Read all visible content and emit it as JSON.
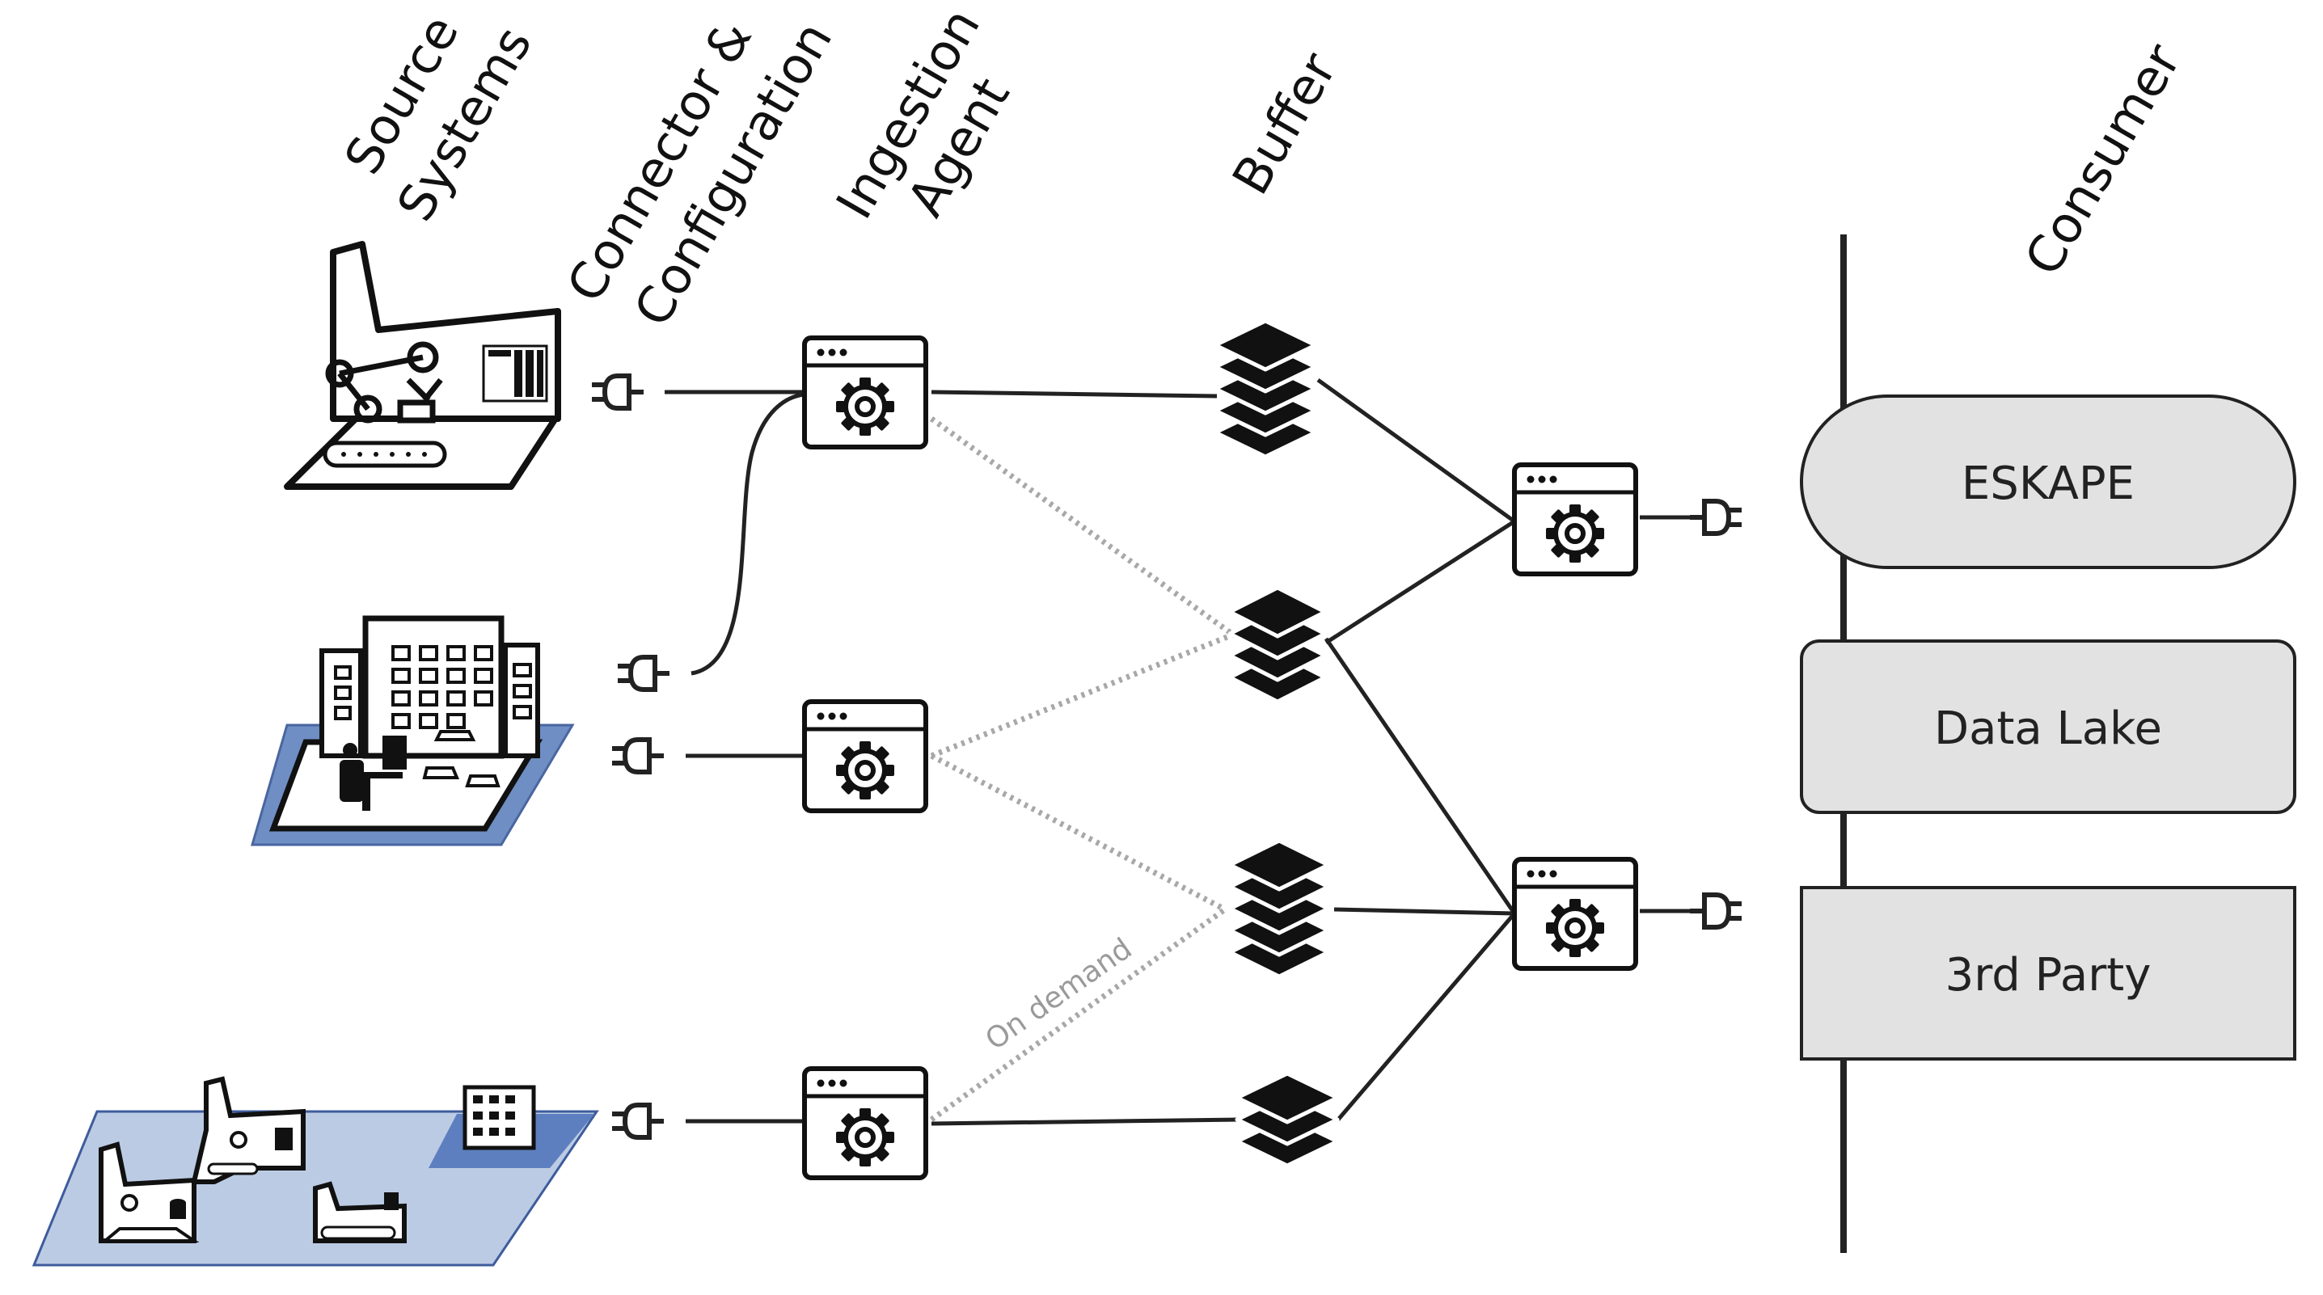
{
  "headers": {
    "source_line1": "Source",
    "source_line2": "Systems",
    "connector_line1": "Connector &",
    "connector_line2": "Configuration",
    "ingestion_line1": "Ingestion",
    "ingestion_line2": "Agent",
    "buffer": "Buffer",
    "consumer": "Consumer"
  },
  "consumers": [
    {
      "label": "ESKAPE",
      "shape": "pill"
    },
    {
      "label": "Data Lake",
      "shape": "rounded-rect"
    },
    {
      "label": "3rd Party",
      "shape": "rect"
    }
  ],
  "annotation": "On demand",
  "colors": {
    "stroke": "#222222",
    "dashed": "#a8a8a8",
    "consumer_fill": "#e2e2e2",
    "office_floor": "#6f8ec4",
    "multi_site_floor": "#bccbe4"
  },
  "icons": {
    "source_systems": [
      "factory-icon",
      "office-building-icon",
      "multi-site-icon"
    ],
    "connectors": "plug-icon",
    "ingestion_agents": "app-window-gear-icon",
    "buffers": "stacked-layers-icon"
  }
}
